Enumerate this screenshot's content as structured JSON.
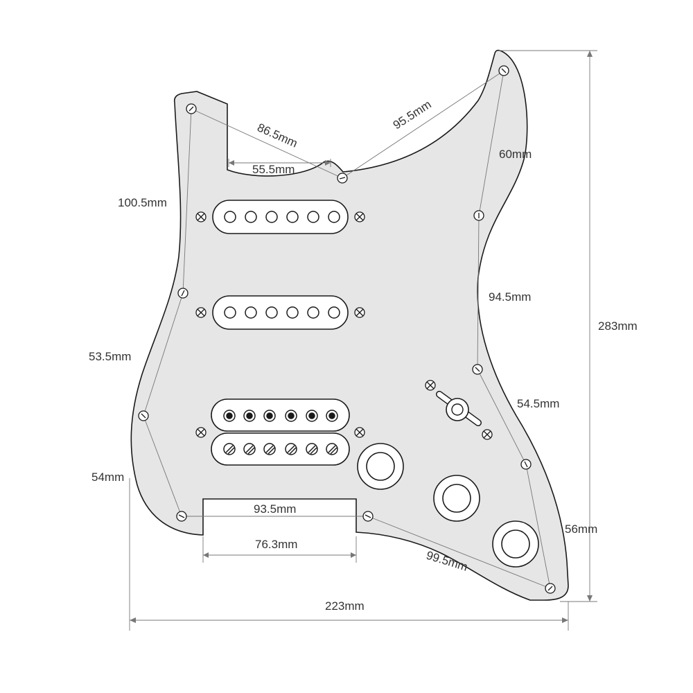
{
  "diagram": {
    "type": "pickguard-dimension-drawing",
    "colors": {
      "pickguard_fill": "#e6e6e6",
      "outline": "#1a1a1a",
      "dimension_line": "#777777",
      "text": "#333333",
      "pickup_fill": "#ffffff"
    },
    "pickups": [
      {
        "kind": "single-coil",
        "position": "neck",
        "pole_count": 6
      },
      {
        "kind": "single-coil",
        "position": "middle",
        "pole_count": 6
      },
      {
        "kind": "humbucker",
        "position": "bridge",
        "pole_count": 12
      }
    ],
    "controls": {
      "pot_holes": 3,
      "switch": "5-way blade",
      "mounting_screws": 11
    },
    "dimensions": {
      "d86_5": "86.5mm",
      "d95_5": "95.5mm",
      "d60": "60mm",
      "d55_5": "55.5mm",
      "d100_5": "100.5mm",
      "d94_5": "94.5mm",
      "d283": "283mm",
      "d53_5": "53.5mm",
      "d54_5": "54.5mm",
      "d54": "54mm",
      "d93_5": "93.5mm",
      "d56": "56mm",
      "d76_3": "76.3mm",
      "d99_5": "99.5mm",
      "d223": "223mm"
    }
  }
}
